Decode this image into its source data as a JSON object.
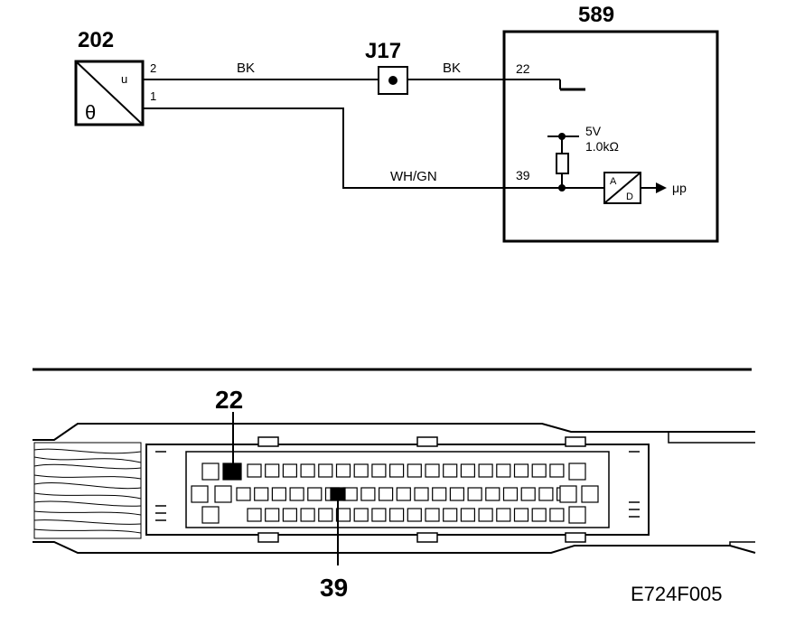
{
  "sensor": {
    "id": "202",
    "pin_u": "u",
    "symbol": "θ",
    "pin_top": "2",
    "pin_bottom": "1"
  },
  "junction": {
    "id": "J17"
  },
  "ecu": {
    "id": "589",
    "pin_22": "22",
    "pin_39": "39",
    "supply": "5V",
    "resistor": "1.0kΩ",
    "adc_a": "A",
    "adc_d": "D",
    "output": "μp"
  },
  "wires": {
    "bk_left": "BK",
    "bk_right": "BK",
    "signal": "WH/GN"
  },
  "connector": {
    "callout_top": "22",
    "callout_bottom": "39"
  },
  "figure_id": "E724F005"
}
